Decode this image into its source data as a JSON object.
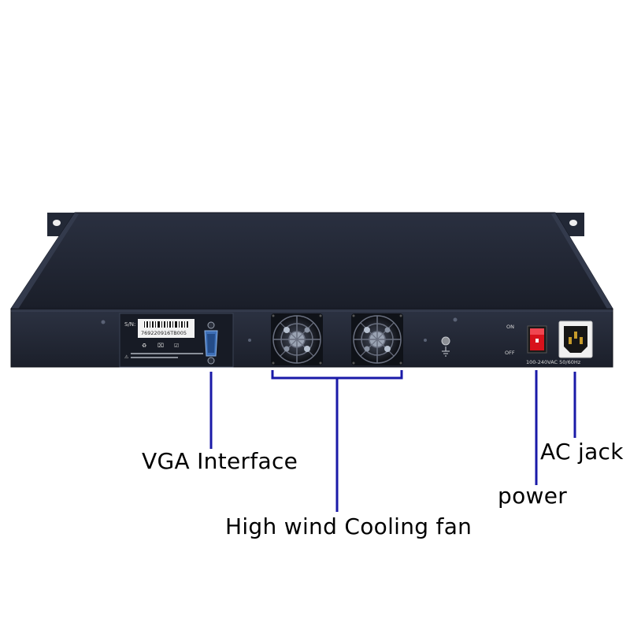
{
  "device": {
    "serial_prefix": "S/N:",
    "serial_number": "769220916TB005",
    "switch_on": "ON",
    "switch_off": "OFF",
    "power_rating": "100-240VAC 50/60Hz"
  },
  "callouts": {
    "vga": "VGA Interface",
    "fan": "High wind Cooling fan",
    "power": "power",
    "ac": "AC jack"
  },
  "colors": {
    "chassis": "#1d2230",
    "leader_line": "#1a1aa8",
    "switch": "#d8121b"
  }
}
